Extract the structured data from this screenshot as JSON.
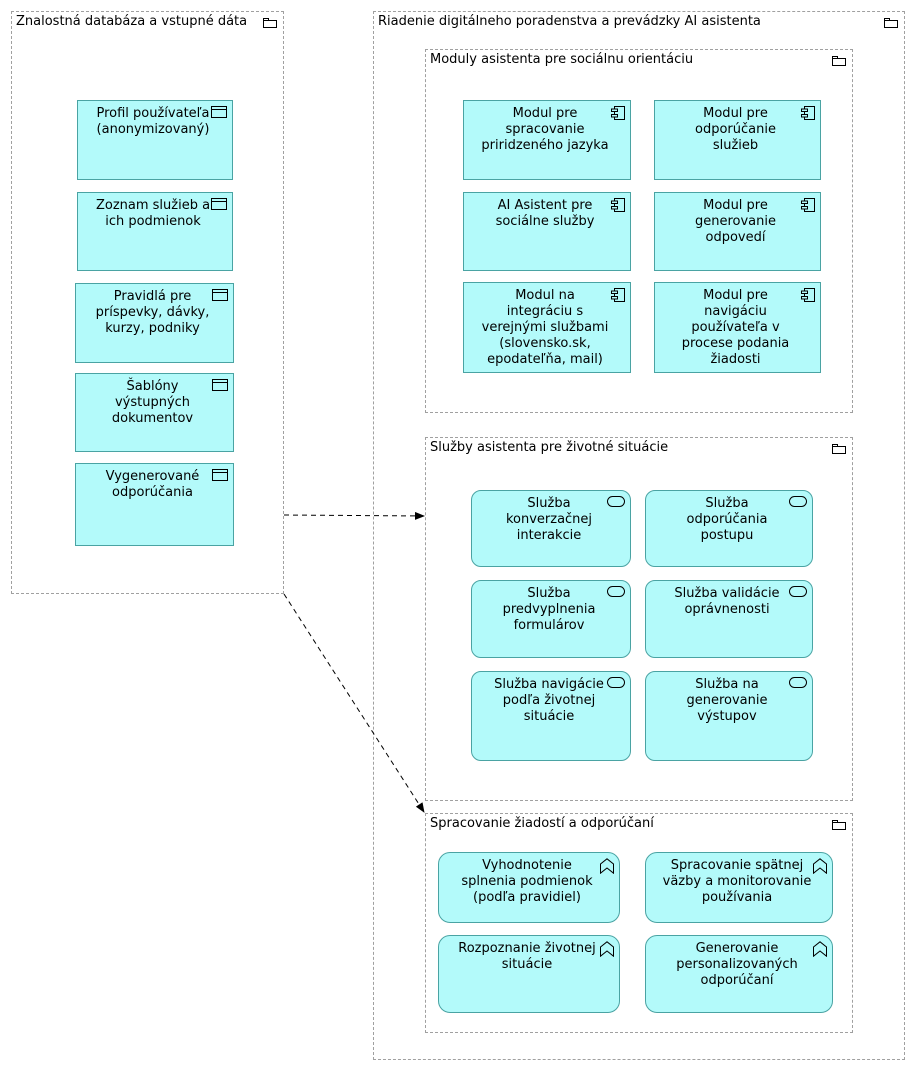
{
  "groups": {
    "knowledge": "Znalostná databáza a vstupné dáta",
    "management": "Riadenie digitálneho poradenstva a prevádzky AI asistenta",
    "modules": "Moduly asistenta pre sociálnu orientáciu",
    "services": "Služby asistenta pre životné situácie",
    "processing": "Spracovanie žiadostí a odporúčaní"
  },
  "data_objects": [
    "Profil používateľa\n(anonymizovaný)",
    "Zoznam služieb a\nich podmienok",
    "Pravidlá pre\npríspevky, dávky,\nkurzy, podniky",
    "Šablóny\nvýstupných\ndokumentov",
    "Vygenerované\nodporúčania"
  ],
  "components": [
    "Modul pre\nspracovanie\npriridzeného jazyka",
    "Modul pre\nodporúčanie\nslužieb",
    "AI Asistent pre\nsociálne služby",
    "Modul pre\ngenerovanie\nodpovedí",
    "Modul na\nintegráciu s\nverejnými službami\n(slovensko.sk,\nepodateľňa, mail)",
    "Modul pre\nnavigáciu\npoužívateľa v\nprocese podania\nžiadosti"
  ],
  "services": [
    "Služba\nkonverzačnej\ninterakcie",
    "Služba\nodporúčania\npostupu",
    "Služba\npredvyplnenia\nformulárov",
    "Služba validácie\noprávnenosti",
    "Služba navigácie\npodľa životnej\nsituácie",
    "Služba na\ngenerovanie\nvýstupov"
  ],
  "functions": [
    "Vyhodnotenie\nsplnenia podmienok\n(podľa pravidiel)",
    "Spracovanie spätnej\nväzby a monitorovanie\npoužívania",
    "Rozpoznanie životnej\nsituácie",
    "Generovanie\npersonalizovaných\nodporúčaní"
  ],
  "colors": {
    "fill": "#b3fafa",
    "border": "#4aa3a3",
    "group_border": "#a0a0a0"
  }
}
